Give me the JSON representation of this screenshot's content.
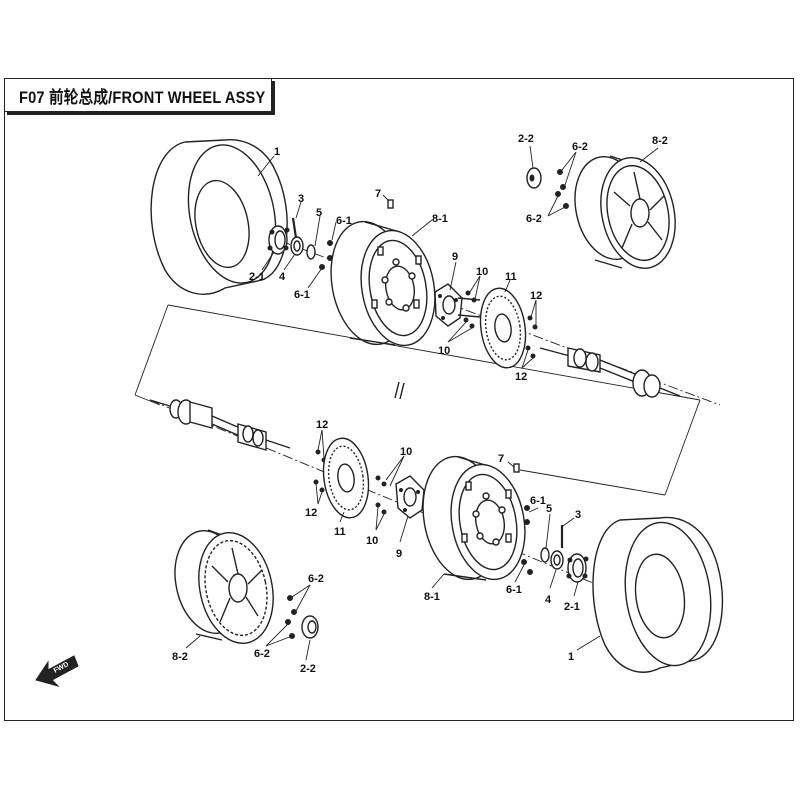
{
  "title": "F07 前轮总成/FRONT WHEEL ASSY",
  "direction_marker": "FWD",
  "callouts": [
    {
      "id": "c1a",
      "label": "1"
    },
    {
      "id": "c3a",
      "label": "3"
    },
    {
      "id": "c5a",
      "label": "5"
    },
    {
      "id": "c61a",
      "label": "6-1"
    },
    {
      "id": "c21a",
      "label": "2-1"
    },
    {
      "id": "c4a",
      "label": "4"
    },
    {
      "id": "c61b",
      "label": "6-1"
    },
    {
      "id": "c7a",
      "label": "7"
    },
    {
      "id": "c81a",
      "label": "8-1"
    },
    {
      "id": "c9a",
      "label": "9"
    },
    {
      "id": "c10a",
      "label": "10"
    },
    {
      "id": "c11a",
      "label": "11"
    },
    {
      "id": "c12a",
      "label": "12"
    },
    {
      "id": "c10b",
      "label": "10"
    },
    {
      "id": "c12b",
      "label": "12"
    },
    {
      "id": "c22a",
      "label": "2-2"
    },
    {
      "id": "c62a",
      "label": "6-2"
    },
    {
      "id": "c82a",
      "label": "8-2"
    },
    {
      "id": "c62b",
      "label": "6-2"
    },
    {
      "id": "c12c",
      "label": "12"
    },
    {
      "id": "c12d",
      "label": "12"
    },
    {
      "id": "c11b",
      "label": "11"
    },
    {
      "id": "c10c",
      "label": "10"
    },
    {
      "id": "c10d",
      "label": "10"
    },
    {
      "id": "c9b",
      "label": "9"
    },
    {
      "id": "c7b",
      "label": "7"
    },
    {
      "id": "c61c",
      "label": "6-1"
    },
    {
      "id": "c5b",
      "label": "5"
    },
    {
      "id": "c3b",
      "label": "3"
    },
    {
      "id": "c61d",
      "label": "6-1"
    },
    {
      "id": "c4b",
      "label": "4"
    },
    {
      "id": "c21b",
      "label": "2-1"
    },
    {
      "id": "c81b",
      "label": "8-1"
    },
    {
      "id": "c1b",
      "label": "1"
    },
    {
      "id": "c62c",
      "label": "6-2"
    },
    {
      "id": "c82b",
      "label": "8-2"
    },
    {
      "id": "c62d",
      "label": "6-2"
    },
    {
      "id": "c22b",
      "label": "2-2"
    }
  ]
}
